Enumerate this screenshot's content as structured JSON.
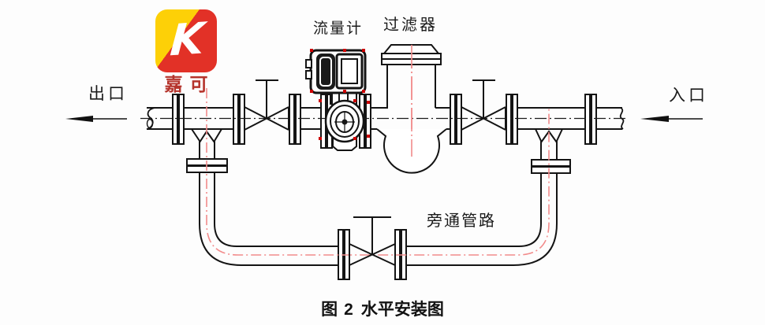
{
  "labels": {
    "outlet": "出口",
    "inlet": "入口",
    "flow_meter": "流量计",
    "filter": "过滤器",
    "bypass": "旁通管路"
  },
  "caption": {
    "figure_label": "图",
    "figure_number": "2",
    "figure_title": "水平安装图"
  },
  "logo": {
    "letter": "K",
    "text": "嘉可",
    "yellow": "#fdd007",
    "red": "#e23127",
    "text_color": "#b5342c"
  },
  "colors": {
    "line": "#141414",
    "centerline_red": "#f28b8b",
    "marker_red": "#cc0000",
    "background": "#fdfdfd"
  }
}
